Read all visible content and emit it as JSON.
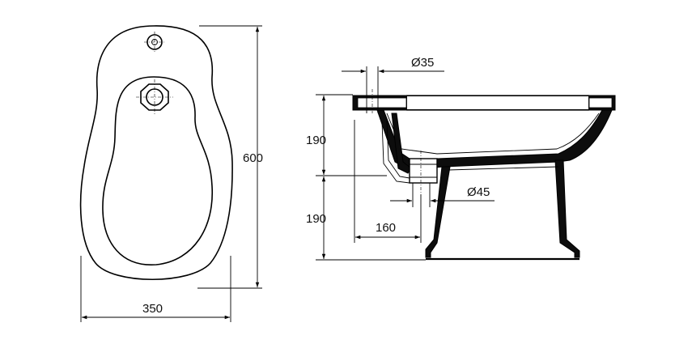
{
  "drawing": {
    "top_view": {
      "width_label": "350",
      "length_label": "600"
    },
    "side_view": {
      "tap_hole_label": "Ø35",
      "upper_height_label": "190",
      "lower_height_label": "190",
      "waste_offset_label": "160",
      "waste_outlet_label": "Ø45"
    }
  }
}
